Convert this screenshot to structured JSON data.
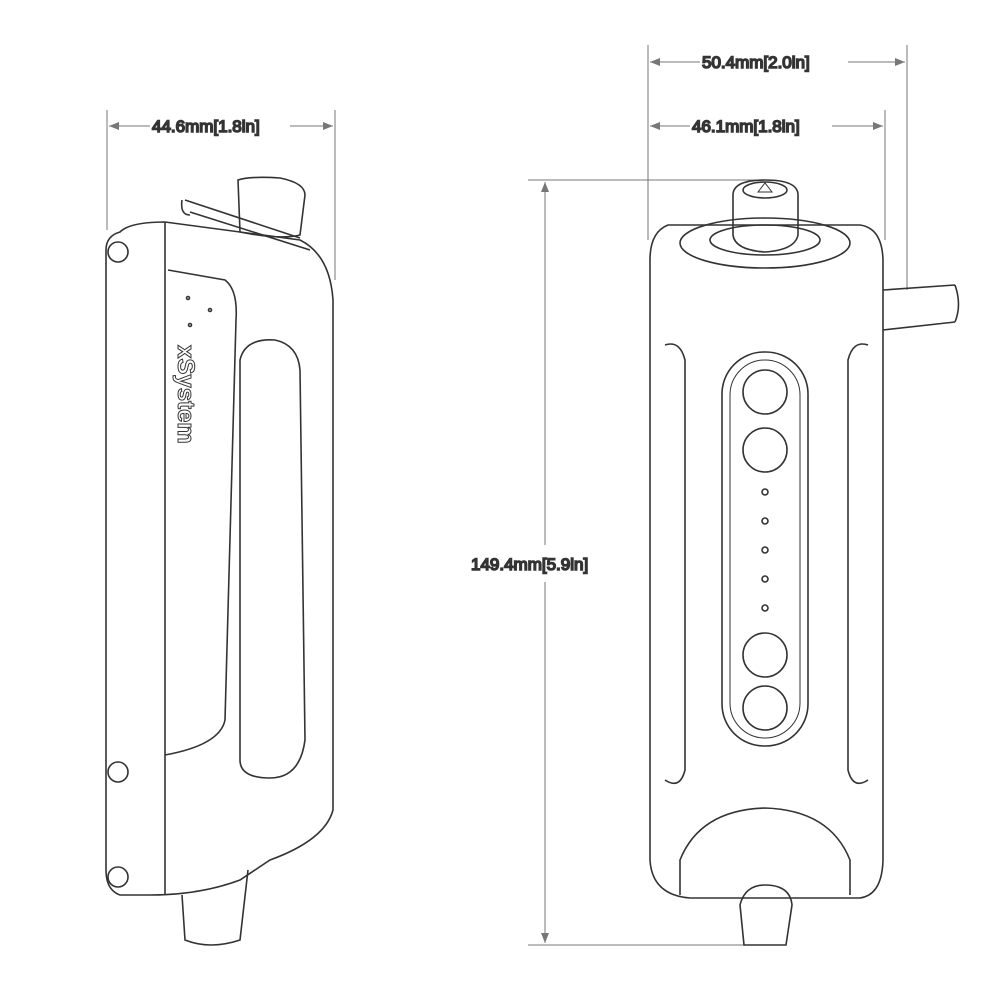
{
  "dimensions": {
    "side_width": "44.6mm[1.8in]",
    "overall_width": "50.4mm[2.0in]",
    "body_width": "46.1mm[1.8in]",
    "height": "149.4mm[5.9in]"
  },
  "logo": "xSystem",
  "colors": {
    "line": "#333333",
    "dimension": "#777777"
  }
}
